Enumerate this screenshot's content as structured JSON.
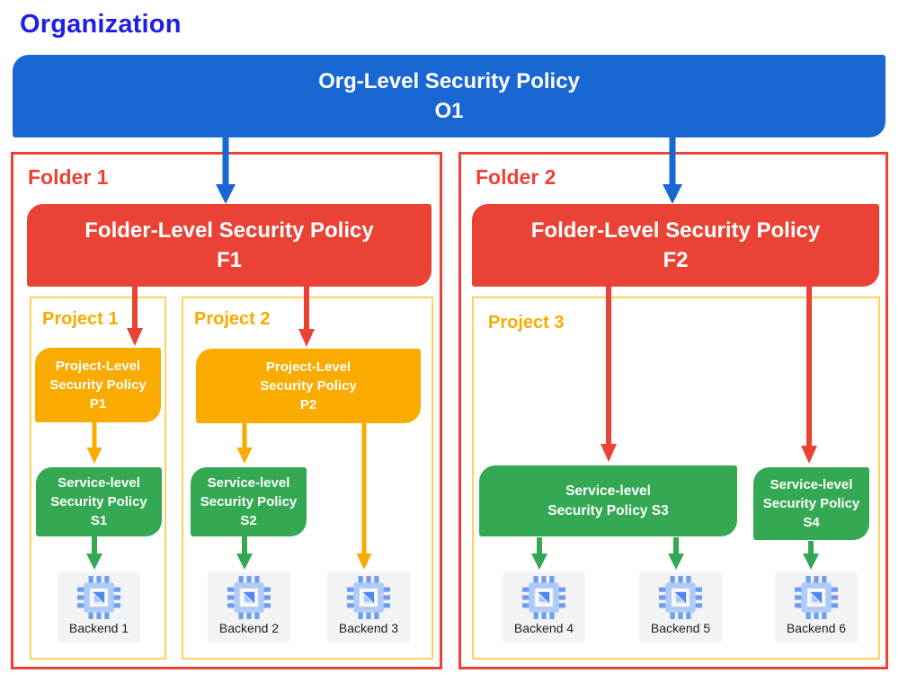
{
  "colors": {
    "title-blue": "#1E1EE8",
    "blue": "#1967D2",
    "red": "#EA4335",
    "amber": "#F9AB00",
    "green": "#34A853",
    "project-border": "#FFD15F",
    "tile-bg": "#F1F3F4",
    "chip-pin": "#6D9EEB",
    "chip-body": "#AECBFA",
    "chip-core": "#5187F0",
    "chip-core-light": "#A4C4FB",
    "text-dark": "#202124"
  },
  "title": "Organization",
  "org_policy": {
    "line1": "Org-Level Security Policy",
    "line2": "O1"
  },
  "folders": [
    {
      "label": "Folder 1",
      "policy": {
        "line1": "Folder-Level Security Policy",
        "line2": "F1"
      }
    },
    {
      "label": "Folder 2",
      "policy": {
        "line1": "Folder-Level Security Policy",
        "line2": "F2"
      }
    }
  ],
  "projects": [
    {
      "label": "Project 1",
      "policy": {
        "line1": "Project-Level",
        "line2": "Security Policy",
        "line3": "P1"
      }
    },
    {
      "label": "Project 2",
      "policy": {
        "line1": "Project-Level",
        "line2": "Security Policy",
        "line3": "P2"
      }
    },
    {
      "label": "Project 3"
    }
  ],
  "service_policies": [
    {
      "line1": "Service-level",
      "line2": "Security Policy",
      "line3": "S1"
    },
    {
      "line1": "Service-level",
      "line2": "Security Policy",
      "line3": "S2"
    },
    {
      "line1": "Service-level",
      "line2": "Security Policy S3"
    },
    {
      "line1": "Service-level",
      "line2": "Security Policy",
      "line3": "S4"
    }
  ],
  "backends": [
    {
      "label": "Backend 1"
    },
    {
      "label": "Backend 2"
    },
    {
      "label": "Backend 3"
    },
    {
      "label": "Backend 4"
    },
    {
      "label": "Backend 5"
    },
    {
      "label": "Backend 6"
    }
  ]
}
